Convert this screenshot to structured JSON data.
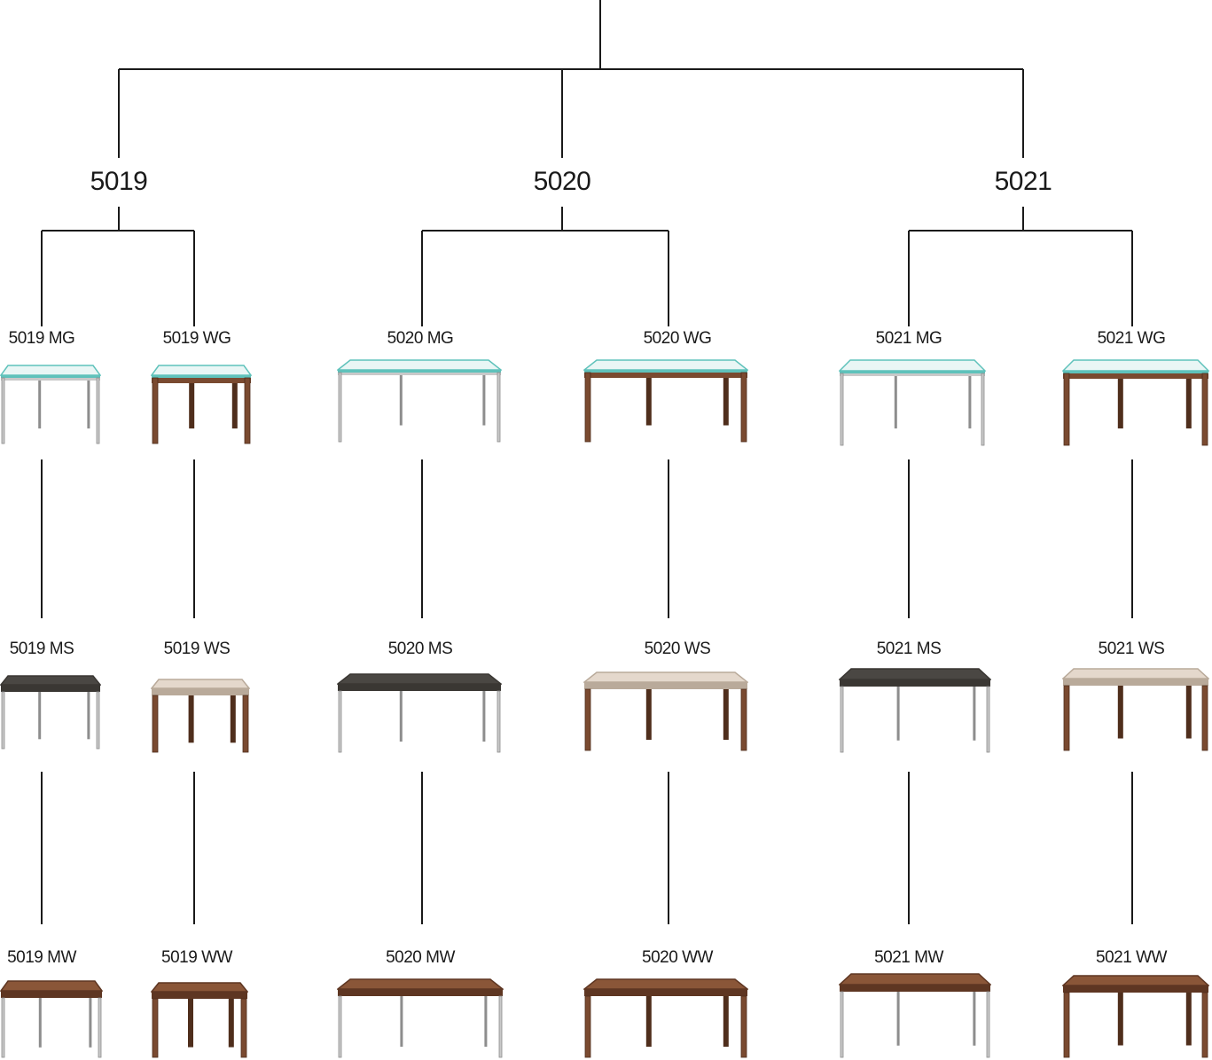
{
  "groups": [
    {
      "label": "5019",
      "colors": {
        "glass": "#bfe6e3",
        "edge": "#6fc6c0"
      }
    },
    {
      "label": "5020"
    },
    {
      "label": "5021"
    }
  ],
  "items": {
    "g0_m_g": "5019 MG",
    "g0_w_g": "5019 WG",
    "g1_m_g": "5020 MG",
    "g1_w_g": "5020 WG",
    "g2_m_g": "5021 MG",
    "g2_w_g": "5021 WG",
    "g0_m_s": "5019 MS",
    "g0_w_s": "5019 WS",
    "g1_m_s": "5020 MS",
    "g1_w_s": "5020 WS",
    "g2_m_s": "5021 MS",
    "g2_w_s": "5021 WS",
    "g0_m_w": "5019 MW",
    "g0_w_w": "5019 WW",
    "g1_m_w": "5020 MW",
    "g1_w_w": "5020 WW",
    "g2_m_w": "5021 MW",
    "g2_w_w": "5021 WW"
  },
  "colors": {
    "line": "#1a1a1a",
    "metal_frame": "#c9c9c9",
    "metal_shadow": "#8d8d8d",
    "wood_frame": "#7a4a30",
    "wood_shadow": "#4f2e1c",
    "glass_top": "#d7eeec",
    "glass_edge": "#5fc2bb",
    "dark_stone_top": "#4a4743",
    "light_stone_top": "#e4d8cc",
    "wood_top": "#8a5638"
  },
  "icons": {
    "glass_top": "glass-table-icon",
    "stone_top": "stone-table-icon",
    "wood_top": "wood-table-icon"
  }
}
